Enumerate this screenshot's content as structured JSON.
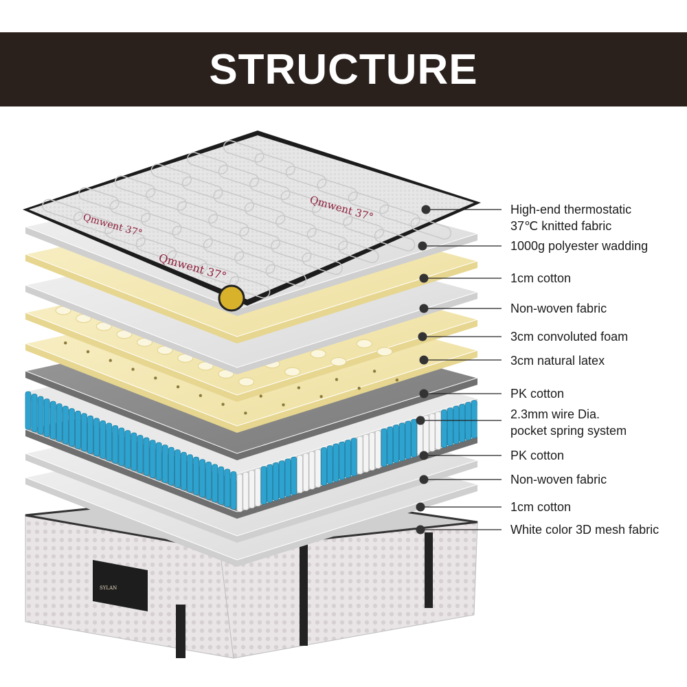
{
  "header": {
    "title": "STRUCTURE"
  },
  "mattress_print": {
    "brand_text": "Qmwent 37°"
  },
  "label_bank": {
    "headline": "SYLAN",
    "lines": [
      {
        "name": "fabric",
        "line1": "High-end thermostatic",
        "line2": "37℃ knitted fabric"
      },
      {
        "name": "wadding",
        "line1": "1000g polyester wadding"
      },
      {
        "name": "cotton-top",
        "line1": "1cm cotton"
      },
      {
        "name": "nonwoven-top",
        "line1": "Non-woven fabric"
      },
      {
        "name": "conv-foam",
        "line1": "3cm convoluted foam"
      },
      {
        "name": "latex",
        "line1": "3cm natural latex"
      },
      {
        "name": "pk-top",
        "line1": "PK cotton"
      },
      {
        "name": "springs",
        "line1": "2.3mm wire Dia.",
        "line2": "pocket spring system"
      },
      {
        "name": "pk-bottom",
        "line1": "PK cotton"
      },
      {
        "name": "nonwoven-bottom",
        "line1": "Non-woven fabric"
      },
      {
        "name": "cotton-bottom",
        "line1": "1cm cotton"
      },
      {
        "name": "mesh",
        "line1": "White color 3D mesh fabric"
      }
    ]
  },
  "colors": {
    "header_bg": "#2a211d",
    "header_text": "#ffffff",
    "spring_blue": "#2fa3cf",
    "latex_yellow": "#f3e8b4",
    "gray_layer": "#8a8a8a",
    "light_layer": "#e4e4e4",
    "cover_dark": "#1c1c1c",
    "print_red": "#8e1f3c"
  }
}
